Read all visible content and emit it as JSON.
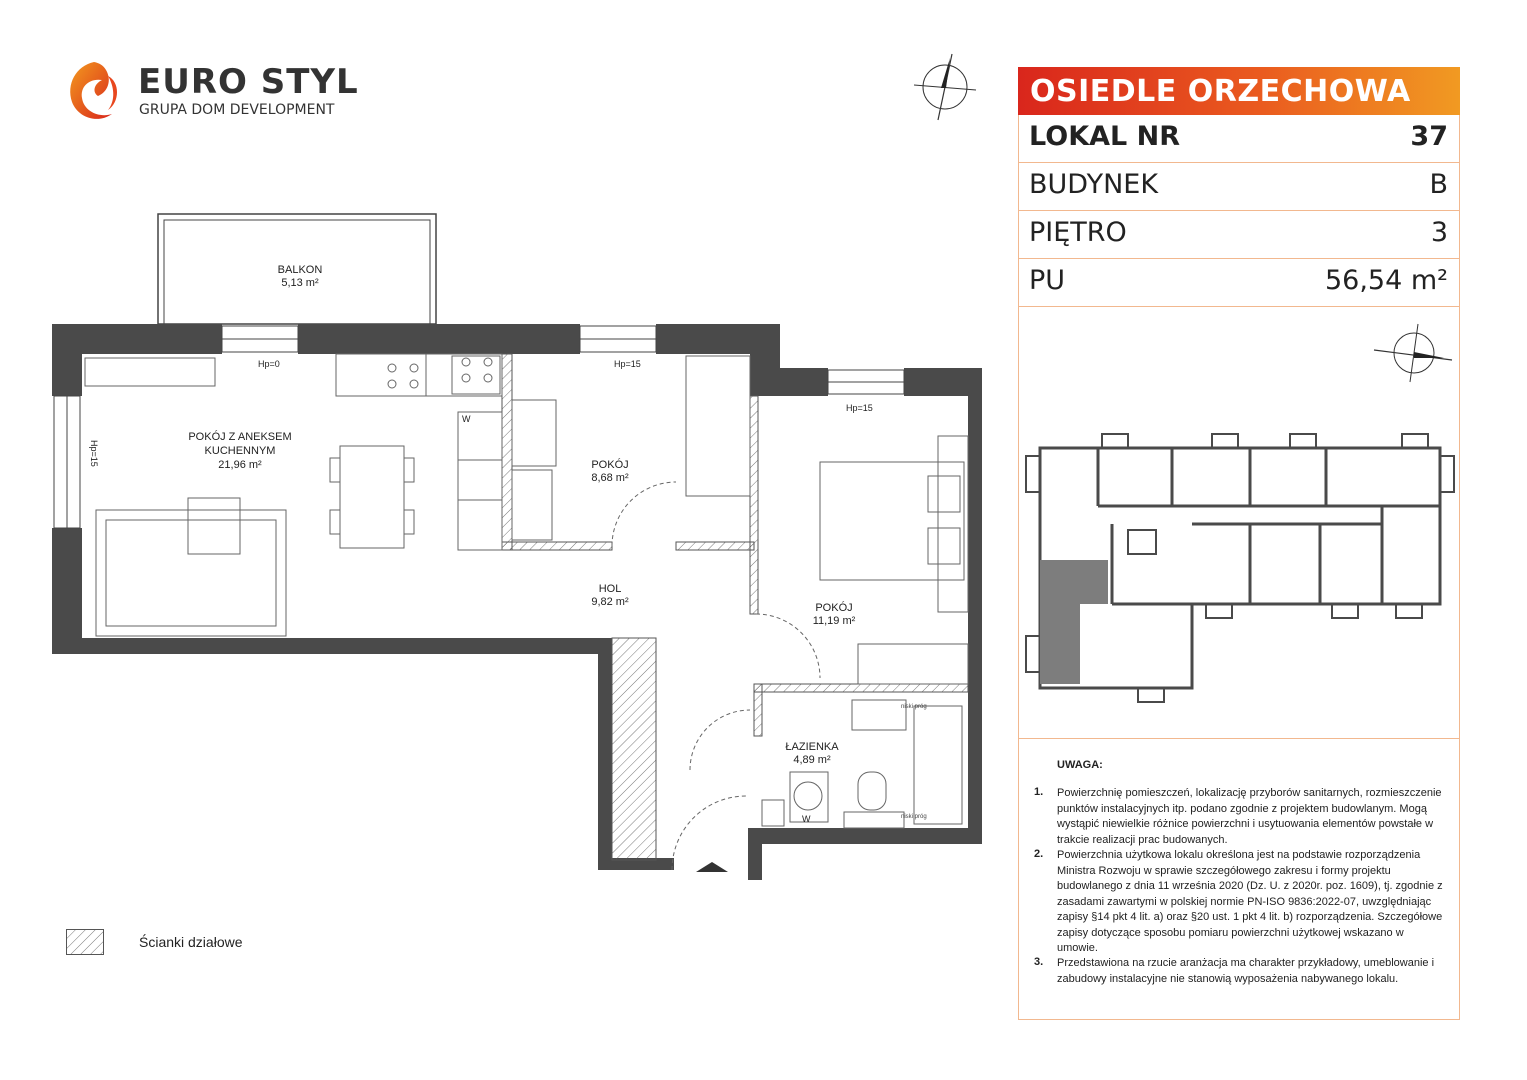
{
  "brand": {
    "name": "EURO STYL",
    "subtitle": "GRUPA DOM DEVELOPMENT"
  },
  "panel": {
    "title": "OSIEDLE ORZECHOWA",
    "rows": [
      {
        "label": "LOKAL NR",
        "value": "37"
      },
      {
        "label": "BUDYNEK",
        "value": "B"
      },
      {
        "label": "PIĘTRO",
        "value": "3"
      },
      {
        "label": "PU",
        "value": "56,54 m²"
      }
    ]
  },
  "rooms": {
    "balkon": {
      "name": "BALKON",
      "area": "5,13 m²"
    },
    "living": {
      "name1": "POKÓJ Z ANEKSEM",
      "name2": "KUCHENNYM",
      "area": "21,96 m²"
    },
    "pokoj1": {
      "name": "POKÓJ",
      "area": "8,68 m²"
    },
    "hol": {
      "name": "HOL",
      "area": "9,82 m²"
    },
    "pokoj2": {
      "name": "POKÓJ",
      "area": "11,19 m²"
    },
    "lazienka": {
      "name": "ŁAZIENKA",
      "area": "4,89 m²"
    }
  },
  "marks": {
    "hp0": "Hp=0",
    "hp15": "Hp=15",
    "w": "W",
    "prog": "niski próg"
  },
  "notes": {
    "title": "UWAGA:",
    "items": [
      {
        "num": "1.",
        "text": "Powierzchnię pomieszczeń, lokalizację przyborów sanitarnych, rozmieszczenie punktów instalacyjnych itp. podano zgodnie z projektem budowlanym. Mogą wystąpić niewielkie różnice powierzchni i usytuowania elementów powstałe w trakcie realizacji prac budowanych."
      },
      {
        "num": "2.",
        "text": "Powierzchnia użytkowa lokalu określona jest na podstawie rozporządzenia Ministra Rozwoju w sprawie szczegółowego zakresu i formy projektu budowlanego z dnia 11 września 2020 (Dz. U. z 2020r. poz. 1609), tj. zgodnie z zasadami zawartymi w polskiej normie PN-ISO 9836:2022-07, uwzględniając zapisy §14 pkt 4 lit. a) oraz §20 ust. 1 pkt 4 lit. b) rozporządzenia. Szczegółowe zapisy dotyczące sposobu pomiaru powierzchni użytkowej wskazano w umowie."
      },
      {
        "num": "3.",
        "text": "Przedstawiona na rzucie aranżacja ma charakter przykładowy, umeblowanie i zabudowy instalacyjne nie stanowią wyposażenia nabywanego lokalu."
      }
    ]
  },
  "legend": {
    "label": "Ścianki działowe"
  },
  "colors": {
    "wall": "#4a4a4a",
    "accent_red": "#d9261c",
    "accent_orange": "#f19a22",
    "highlight": "#7d7d7d"
  }
}
